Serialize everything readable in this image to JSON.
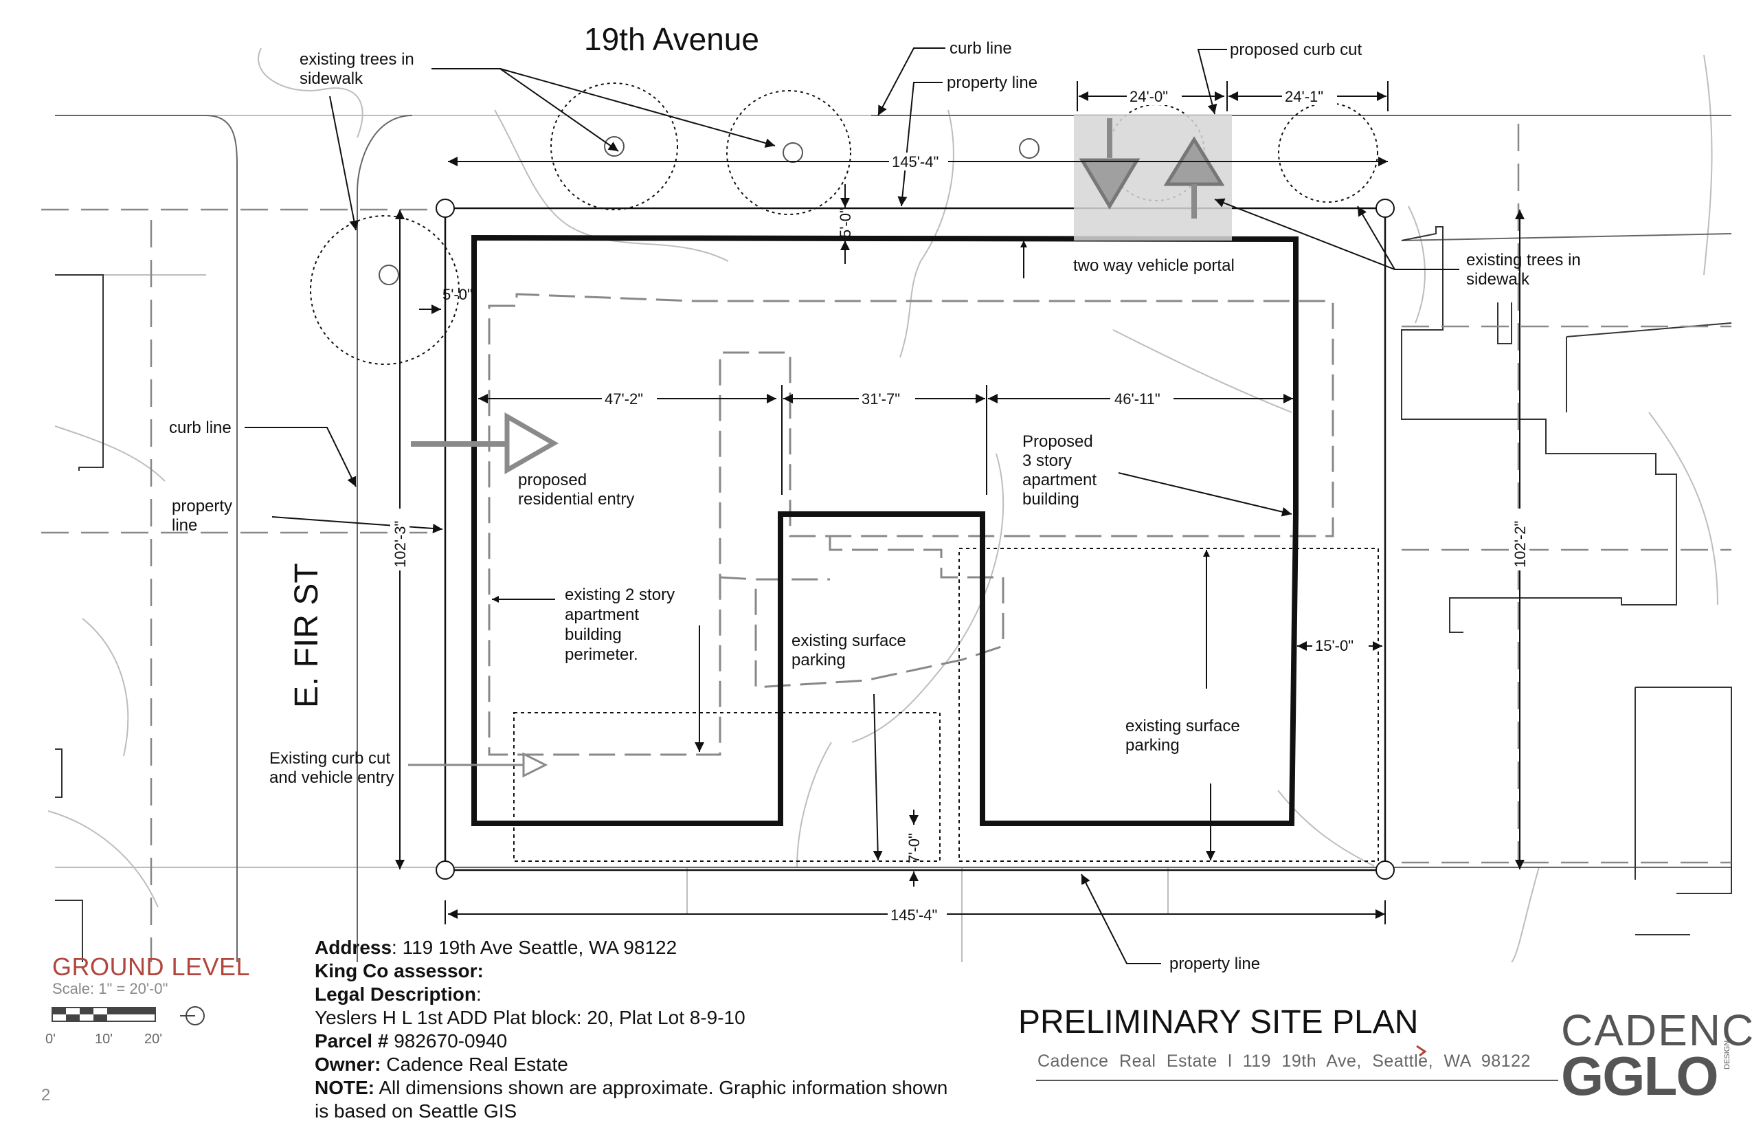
{
  "streets": {
    "north": "19th Avenue",
    "west": "E. FIR ST"
  },
  "labels": {
    "trees_top_left": [
      "existing trees in",
      "sidewalk"
    ],
    "curb_line_top": "curb line",
    "property_line_top": "property line",
    "proposed_curb_cut": "proposed curb cut",
    "two_way_portal": "two way vehicle portal",
    "trees_right": [
      "existing trees in",
      "sidewalk"
    ],
    "curb_line_left": "curb line",
    "property_line_left": [
      "property",
      "line"
    ],
    "residential_entry": [
      "proposed",
      "residential entry"
    ],
    "existing_building": [
      "existing 2 story",
      "apartment",
      "building",
      "perimeter."
    ],
    "parking_left": [
      "existing surface",
      "parking"
    ],
    "proposed_building": [
      "Proposed",
      "3 story",
      "apartment",
      "building"
    ],
    "parking_right": [
      "existing surface",
      "parking"
    ],
    "curb_cut_existing": [
      "Existing curb cut",
      "and vehicle entry"
    ],
    "property_line_bottom": "property line"
  },
  "dimensions": {
    "top_width": "145'-4\"",
    "bottom_width": "145'-4\"",
    "curb_cut_a": "24'-0\"",
    "curb_cut_b": "24'-1\"",
    "setback_top": "5'-0\"",
    "setback_left": "5'-0\"",
    "seg_1": "47'-2\"",
    "seg_2": "31'-7\"",
    "seg_3": "46'-11\"",
    "depth_left": "102'-3\"",
    "depth_right": "102'-2\"",
    "setback_right": "15'-0\"",
    "setback_bottom": "7'-0\""
  },
  "level": {
    "name": "GROUND LEVEL",
    "scale": "Scale: 1\" = 20'-0\"",
    "ticks": [
      "0'",
      "10'",
      "20'"
    ]
  },
  "project_info": {
    "address_label": "Address",
    "address_value": ":  119 19th Ave Seattle, WA 98122",
    "assessor_label": "King Co assessor:",
    "legal_label": "Legal Description",
    "legal_colon": ":",
    "legal_value": "Yeslers H L 1st ADD Plat block:  20, Plat Lot 8-9-10",
    "parcel_label": "Parcel #",
    "parcel_value": " 982670-0940",
    "owner_label": "Owner:",
    "owner_value": " Cadence Real Estate",
    "note_label": "NOTE:",
    "note_value_1": "  All dimensions shown are approximate.  Graphic information shown",
    "note_value_2": "is based on Seattle GIS"
  },
  "title_block": {
    "title": "PRELIMINARY SITE PLAN",
    "subtitle": "Cadence Real Estate  l  119 19th Ave, Seattle, WA 98122"
  },
  "branding": {
    "line1": "CADENCE",
    "line2": "GGLO",
    "tag": "DESIGN"
  },
  "page_number": "2",
  "colors": {
    "accent": "#b0463e",
    "ink": "#111111",
    "gis": "#b9b9b9",
    "arrow": "#8a8a8a"
  }
}
